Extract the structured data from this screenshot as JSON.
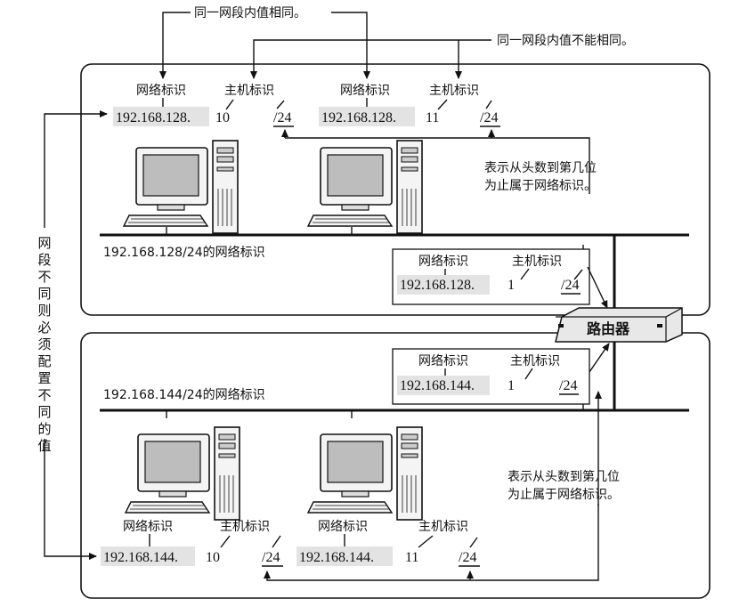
{
  "labels": {
    "net_id": "网络标识",
    "host_id": "主机标识",
    "prefix": "/24"
  },
  "callouts": {
    "same_segment_same": "同一网段内值相同。",
    "same_segment_diff": "同一网段内值不能相同。",
    "prefix_meaning_line1": "表示从头数到第几位",
    "prefix_meaning_line2": "为止属于网络标识。",
    "vertical_note": "网段不同则必须配置不同的值"
  },
  "router": {
    "label": "路由器"
  },
  "segments": [
    {
      "name": "192.168.128/24的网络标识",
      "hosts": [
        {
          "net": "192.168.128.",
          "host": "10"
        },
        {
          "net": "192.168.128.",
          "host": "11"
        }
      ],
      "router_iface": {
        "net": "192.168.128.",
        "host": "1"
      }
    },
    {
      "name": "192.168.144/24的网络标识",
      "hosts": [
        {
          "net": "192.168.144.",
          "host": "10"
        },
        {
          "net": "192.168.144.",
          "host": "11"
        }
      ],
      "router_iface": {
        "net": "192.168.144.",
        "host": "1"
      }
    }
  ]
}
